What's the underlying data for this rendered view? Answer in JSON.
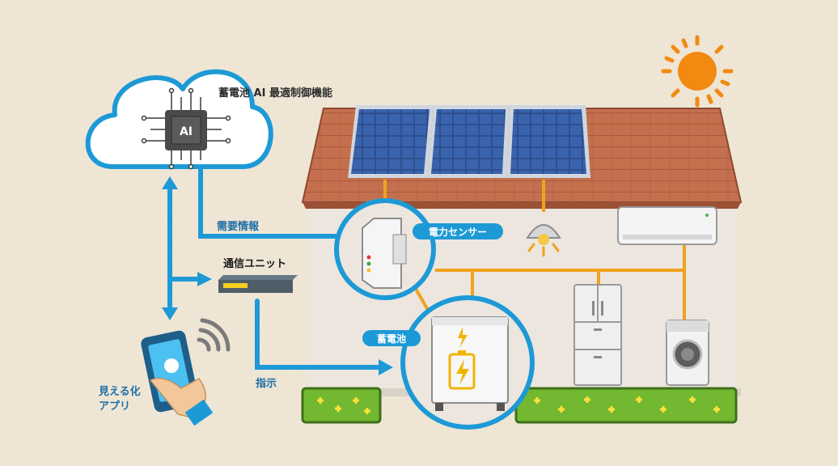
{
  "labels": {
    "ai_control": "蓄電池 AI 最適制御機能",
    "ai_chip": "AI",
    "demand_info": "需要情報",
    "comm_unit": "通信ユニット",
    "power_sensor": "電力センサー",
    "battery": "蓄電池",
    "instruction": "指示",
    "app_line1": "見える化",
    "app_line2": "アプリ"
  },
  "colors": {
    "background": "#efe6d6",
    "flow_blue": "#1d9ad6",
    "power_orange": "#f0a21e",
    "roof": "#c4704e",
    "wall": "#ece6df",
    "grass": "#72b830",
    "sun": "#f28a12"
  },
  "icons": [
    "cloud-icon",
    "ai-chip-icon",
    "sun-icon",
    "solar-panel-icon",
    "power-sensor-icon",
    "battery-icon",
    "smartphone-icon",
    "wifi-icon",
    "communication-unit-icon",
    "lamp-icon",
    "air-conditioner-icon",
    "refrigerator-icon",
    "washing-machine-icon"
  ]
}
